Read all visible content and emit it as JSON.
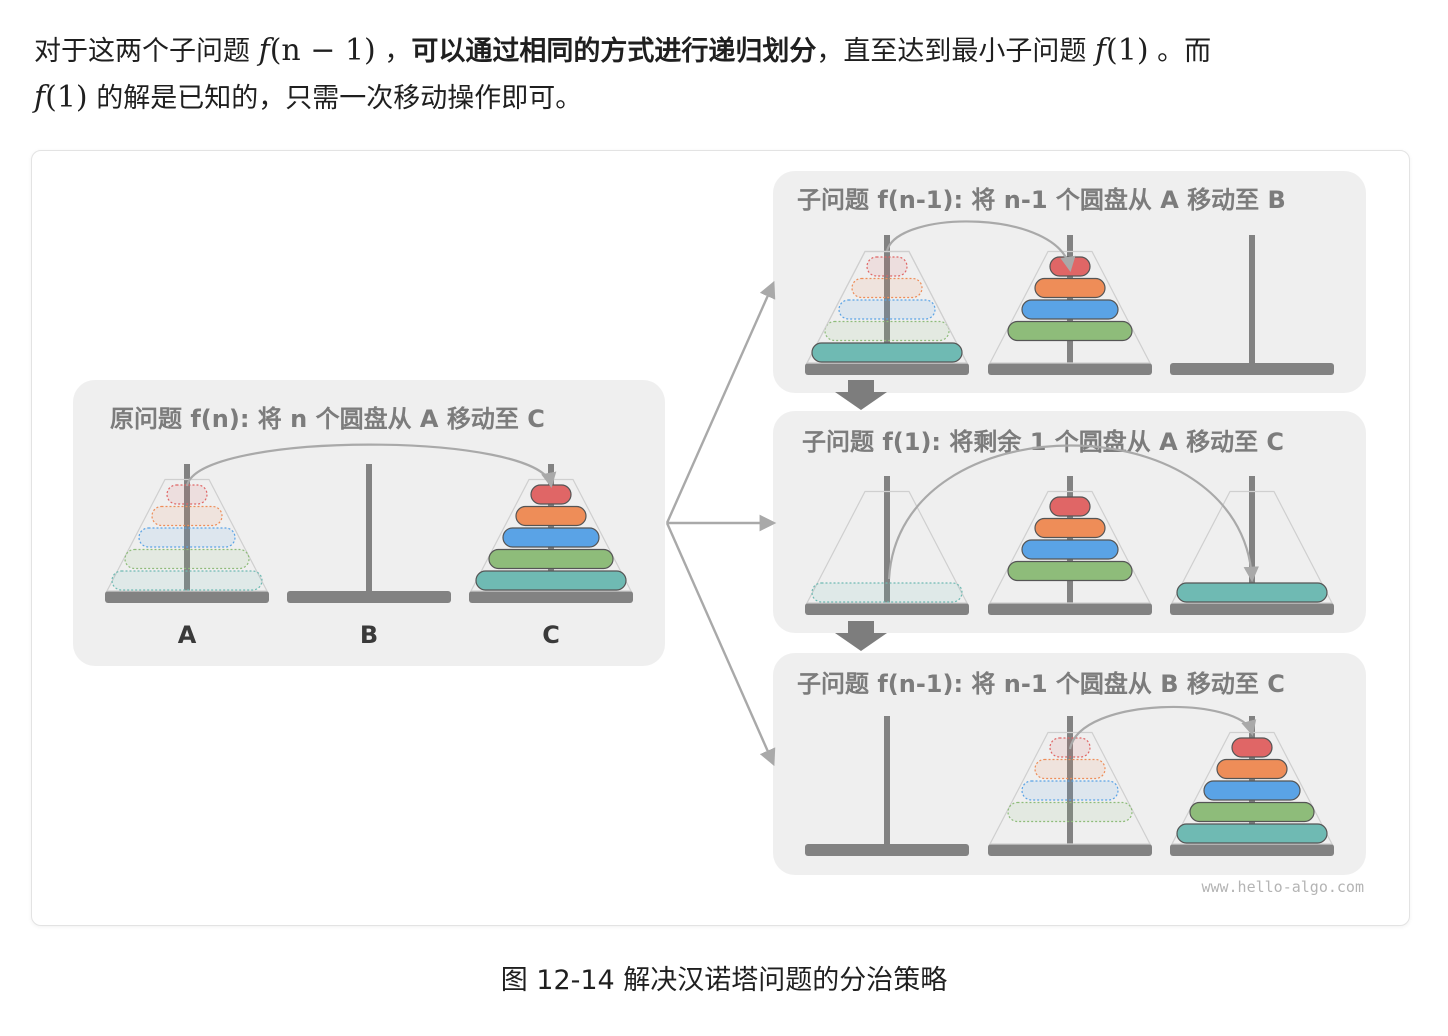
{
  "paragraph": {
    "s1": "对于这两个子问题 ",
    "m1_f": "f",
    "m1_args": "(n − 1)",
    "s2": " ，",
    "bold": "可以通过相同的方式进行递归划分",
    "s3": "，直至达到最小子问题 ",
    "m2_f": "f",
    "m2_args": "(1)",
    "s4": " 。而",
    "m3_f": "f",
    "m3_args": "(1)",
    "s5": " 的解是已知的，只需一次移动操作即可。"
  },
  "figure": {
    "original": {
      "title": "原问题 f(n): 将 n 个圆盘从 A 移动至 C",
      "rod_labels": [
        "A",
        "B",
        "C"
      ]
    },
    "sub1": {
      "title": "子问题 f(n-1): 将 n-1 个圆盘从 A 移动至 B"
    },
    "sub2": {
      "title": "子问题 f(1): 将剩余 1 个圆盘从 A 移动至 C"
    },
    "sub3": {
      "title": "子问题 f(n-1): 将 n-1 个圆盘从 B 移动至 C"
    },
    "watermark": "www.hello-algo.com",
    "colors": {
      "panel": "#efefef",
      "rod": "#828282",
      "arc": "#a9a9a9",
      "disk_red": "#e06666",
      "disk_orange": "#ee8d58",
      "disk_blue": "#5aa3e6",
      "disk_green": "#8ebc7a",
      "disk_teal": "#6fbab3"
    }
  },
  "caption": "图 12-14   解决汉诺塔问题的分治策略"
}
